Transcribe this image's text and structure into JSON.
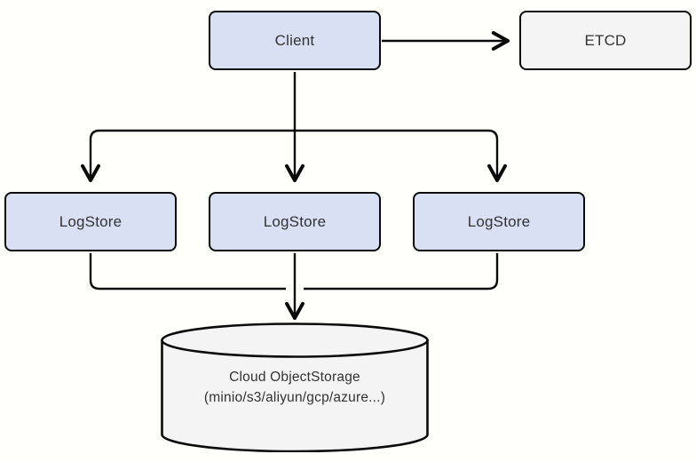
{
  "diagram": {
    "background_color": "#fffffc",
    "border_color": "#0a0a0a",
    "text_color": "#333333",
    "accent_fill": "#dae0f3",
    "neutral_fill": "#f4f4f4",
    "nodes": {
      "client": {
        "label": "Client",
        "fill": "#dae0f3",
        "shape": "rounded-rect"
      },
      "etcd": {
        "label": "ETCD",
        "fill": "#f4f4f4",
        "shape": "rounded-rect"
      },
      "logstore1": {
        "label": "LogStore",
        "fill": "#dae0f3",
        "shape": "rounded-rect"
      },
      "logstore2": {
        "label": "LogStore",
        "fill": "#dae0f3",
        "shape": "rounded-rect"
      },
      "logstore3": {
        "label": "LogStore",
        "fill": "#dae0f3",
        "shape": "rounded-rect"
      },
      "objectstorage": {
        "label_line1": "Cloud ObjectStorage",
        "label_line2": "(minio/s3/aliyun/gcp/azure...)",
        "fill": "#f4f4f4",
        "shape": "cylinder"
      }
    },
    "edges": [
      {
        "name": "client-to-etcd",
        "from": "client",
        "to": "etcd",
        "arrowhead": "open-v"
      },
      {
        "name": "client-to-logstore1",
        "from": "client",
        "to": "logstore1",
        "arrowhead": "open-v"
      },
      {
        "name": "client-to-logstore2",
        "from": "client",
        "to": "logstore2",
        "arrowhead": "open-v"
      },
      {
        "name": "client-to-logstore3",
        "from": "client",
        "to": "logstore3",
        "arrowhead": "open-v"
      },
      {
        "name": "logstore1-to-objectstorage",
        "from": "logstore1",
        "to": "objectstorage",
        "arrowhead": "open-v"
      },
      {
        "name": "logstore2-to-objectstorage",
        "from": "logstore2",
        "to": "objectstorage",
        "arrowhead": "open-v"
      },
      {
        "name": "logstore3-to-objectstorage",
        "from": "logstore3",
        "to": "objectstorage",
        "arrowhead": "open-v"
      }
    ]
  }
}
